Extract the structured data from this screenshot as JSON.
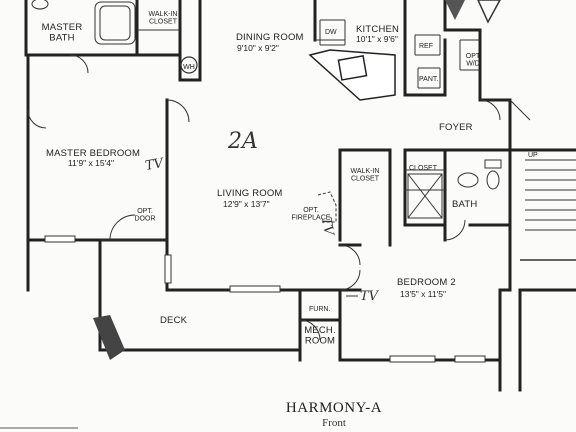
{
  "plan": {
    "title": "HARMONY-A",
    "subtitle": "Front",
    "handwritten_unit": "2A",
    "handwritten_tv": "TV",
    "stair_label": "UP"
  },
  "rooms": {
    "master_bath": "MASTER\nBATH",
    "walk_in_closet_master": "WALK-IN\nCLOSET",
    "water_heater": "WH",
    "dining_room": "DINING ROOM",
    "dining_room_dim": "9'10\" x 9'2\"",
    "kitchen": "KITCHEN",
    "kitchen_dim": "10'1\" x 9'6\"",
    "dishwasher": "DW",
    "refrigerator": "REF",
    "pantry": "PANT.",
    "opt_wd": "OPT\nW/D",
    "foyer": "FOYER",
    "master_bedroom": "MASTER BEDROOM",
    "master_bedroom_dim": "11'9\" x 15'4\"",
    "opt_door": "OPT.\nDOOR",
    "living_room": "LIVING ROOM",
    "living_room_dim": "12'9\" x 13'7\"",
    "walk_in_closet_2": "WALK-IN\nCLOSET",
    "opt_fireplace": "OPT.\nFIREPLACE",
    "closet": "CLOSET",
    "bath": "BATH",
    "bedroom_2": "BEDROOM 2",
    "bedroom_2_dim": "13'5\" x 11'5\"",
    "deck": "DECK",
    "furnace": "FURN.",
    "mech_room": "MECH.\nROOM"
  }
}
